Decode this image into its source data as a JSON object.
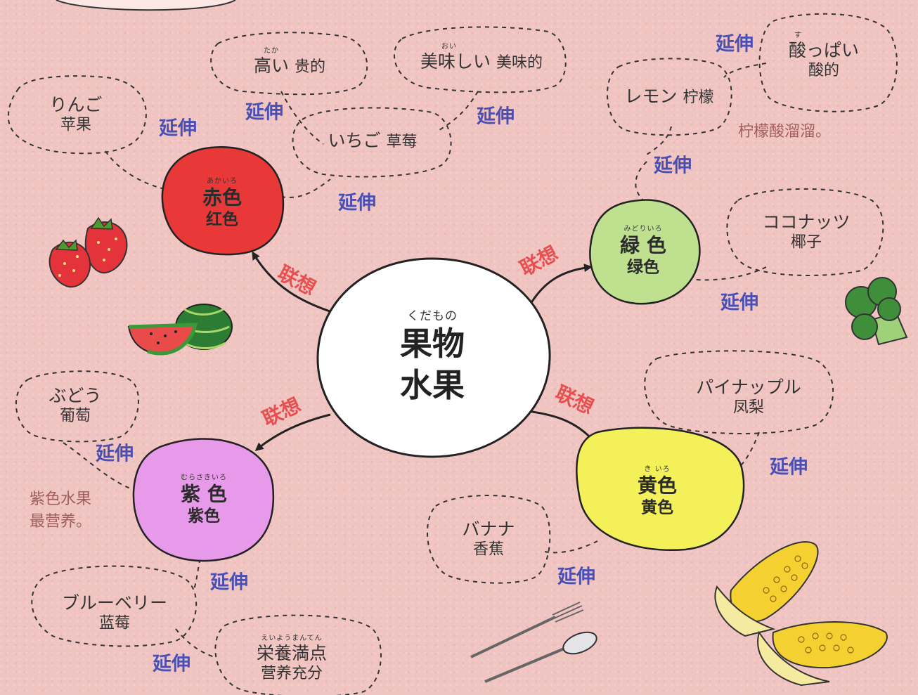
{
  "center": {
    "ruby": "くだもの",
    "line1": "果物",
    "line2": "水果"
  },
  "colors": {
    "red": {
      "ruby": "あかいろ",
      "jp": "赤色",
      "zh": "红色",
      "fill": "#e83838"
    },
    "green": {
      "ruby": "みどりいろ",
      "jp": "緑 色",
      "zh": "绿色",
      "fill": "#bfe08f"
    },
    "yellow": {
      "ruby": "き いろ",
      "jp": "黄色",
      "zh": "黄色",
      "fill": "#f3f05a"
    },
    "purple": {
      "ruby": "むらさきいろ",
      "jp": "紫 色",
      "zh": "紫色",
      "fill": "#e79ae9"
    }
  },
  "fruits": {
    "apple": {
      "jp": "りんご",
      "zh": "苹果"
    },
    "expensive": {
      "ruby": "たか",
      "jp": "高い",
      "zh": "贵的"
    },
    "delicious": {
      "ruby": "おい",
      "jp": "美味しい",
      "zh": "美味的"
    },
    "strawberry": {
      "jp": "いちご",
      "zh": "草莓"
    },
    "lemon": {
      "jp": "レモン",
      "zh": "柠檬"
    },
    "sour": {
      "ruby": "す",
      "jp": "酸っぱい",
      "zh": "酸的"
    },
    "coconut": {
      "jp": "ココナッツ",
      "zh": "椰子"
    },
    "pineapple": {
      "jp": "パイナップル",
      "zh": "凤梨"
    },
    "banana": {
      "jp": "バナナ",
      "zh": "香蕉"
    },
    "grape": {
      "jp": "ぶどう",
      "zh": "葡萄"
    },
    "blueberry": {
      "jp": "ブルーベリー",
      "zh": "蓝莓"
    },
    "nutrition": {
      "ruby": "えいようまんてん",
      "jp": "栄養満点",
      "zh": "营养充分"
    }
  },
  "relations": {
    "extend": "延伸",
    "associate": "联想"
  },
  "notes": {
    "lemon_sour": "柠檬酸溜溜。",
    "purple_line1": "紫色水果",
    "purple_line2": "最营养。"
  }
}
